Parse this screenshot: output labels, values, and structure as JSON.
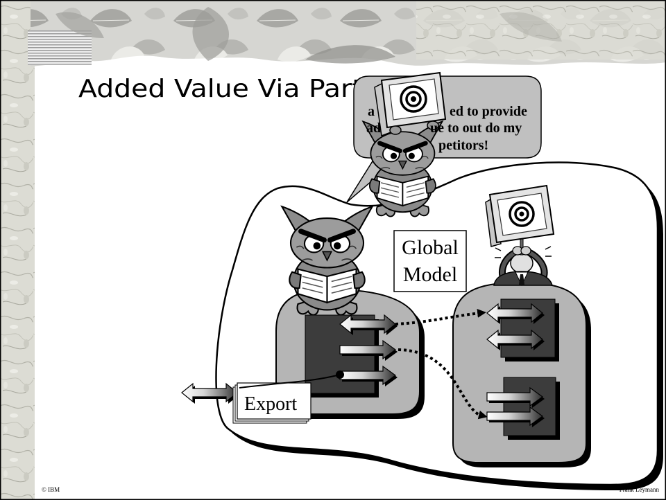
{
  "slide": {
    "title": "Added Value Via Partnership!",
    "footer_left": "© IBM",
    "footer_right": "Frank Leymann"
  },
  "speech_bubble": {
    "line1_left": "a",
    "line1_right": "ed to provide",
    "line2_left": "ad",
    "line2_right": "ue to out do my",
    "line3_right": "petitors!"
  },
  "diagram": {
    "global_model": [
      "Global",
      "Model"
    ],
    "export": "Export"
  },
  "icons": {
    "top_owl": "owl-reading-icon",
    "left_owl": "owl-reading-icon",
    "partner": "businessman-icon",
    "signs": "target-sign-icon"
  },
  "colors": {
    "bubble_fill": "#c0c0c0",
    "process_blob_fill": "#b5b5b5",
    "component_fill": "#3c3c3c",
    "outline": "#000000"
  }
}
